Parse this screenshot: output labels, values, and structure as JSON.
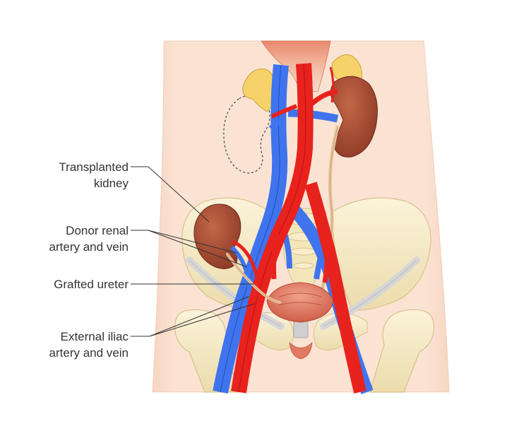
{
  "labels": {
    "transplanted_kidney": [
      "Transplanted",
      "kidney"
    ],
    "donor_renal_artery_vein": [
      "Donor renal",
      "artery and vein"
    ],
    "grafted_ureter": [
      "Grafted ureter"
    ],
    "external_iliac_artery_vein": [
      "External iliac",
      "artery and vein"
    ]
  },
  "colors": {
    "skin": "#fbe3d3",
    "skin_edge": "#f2cdb8",
    "bone": "#f6ecc8",
    "bone_edge": "#d8c08c",
    "artery": "#e8221c",
    "artery_dark": "#b5141a",
    "vein": "#3f74ee",
    "vein_dark": "#244cb8",
    "kidney": "#9e4630",
    "kidney_light": "#c46647",
    "adrenal": "#f6d269",
    "ureter": "#e9c79e",
    "bladder": "#e07a62",
    "muscle": "#e29274",
    "leader": "#333333"
  },
  "icons": {
    "native_kidney": "kidney-shape",
    "transplanted_kidney": "kidney-shape",
    "removed_kidney_outline": "dashed-kidney-outline"
  }
}
